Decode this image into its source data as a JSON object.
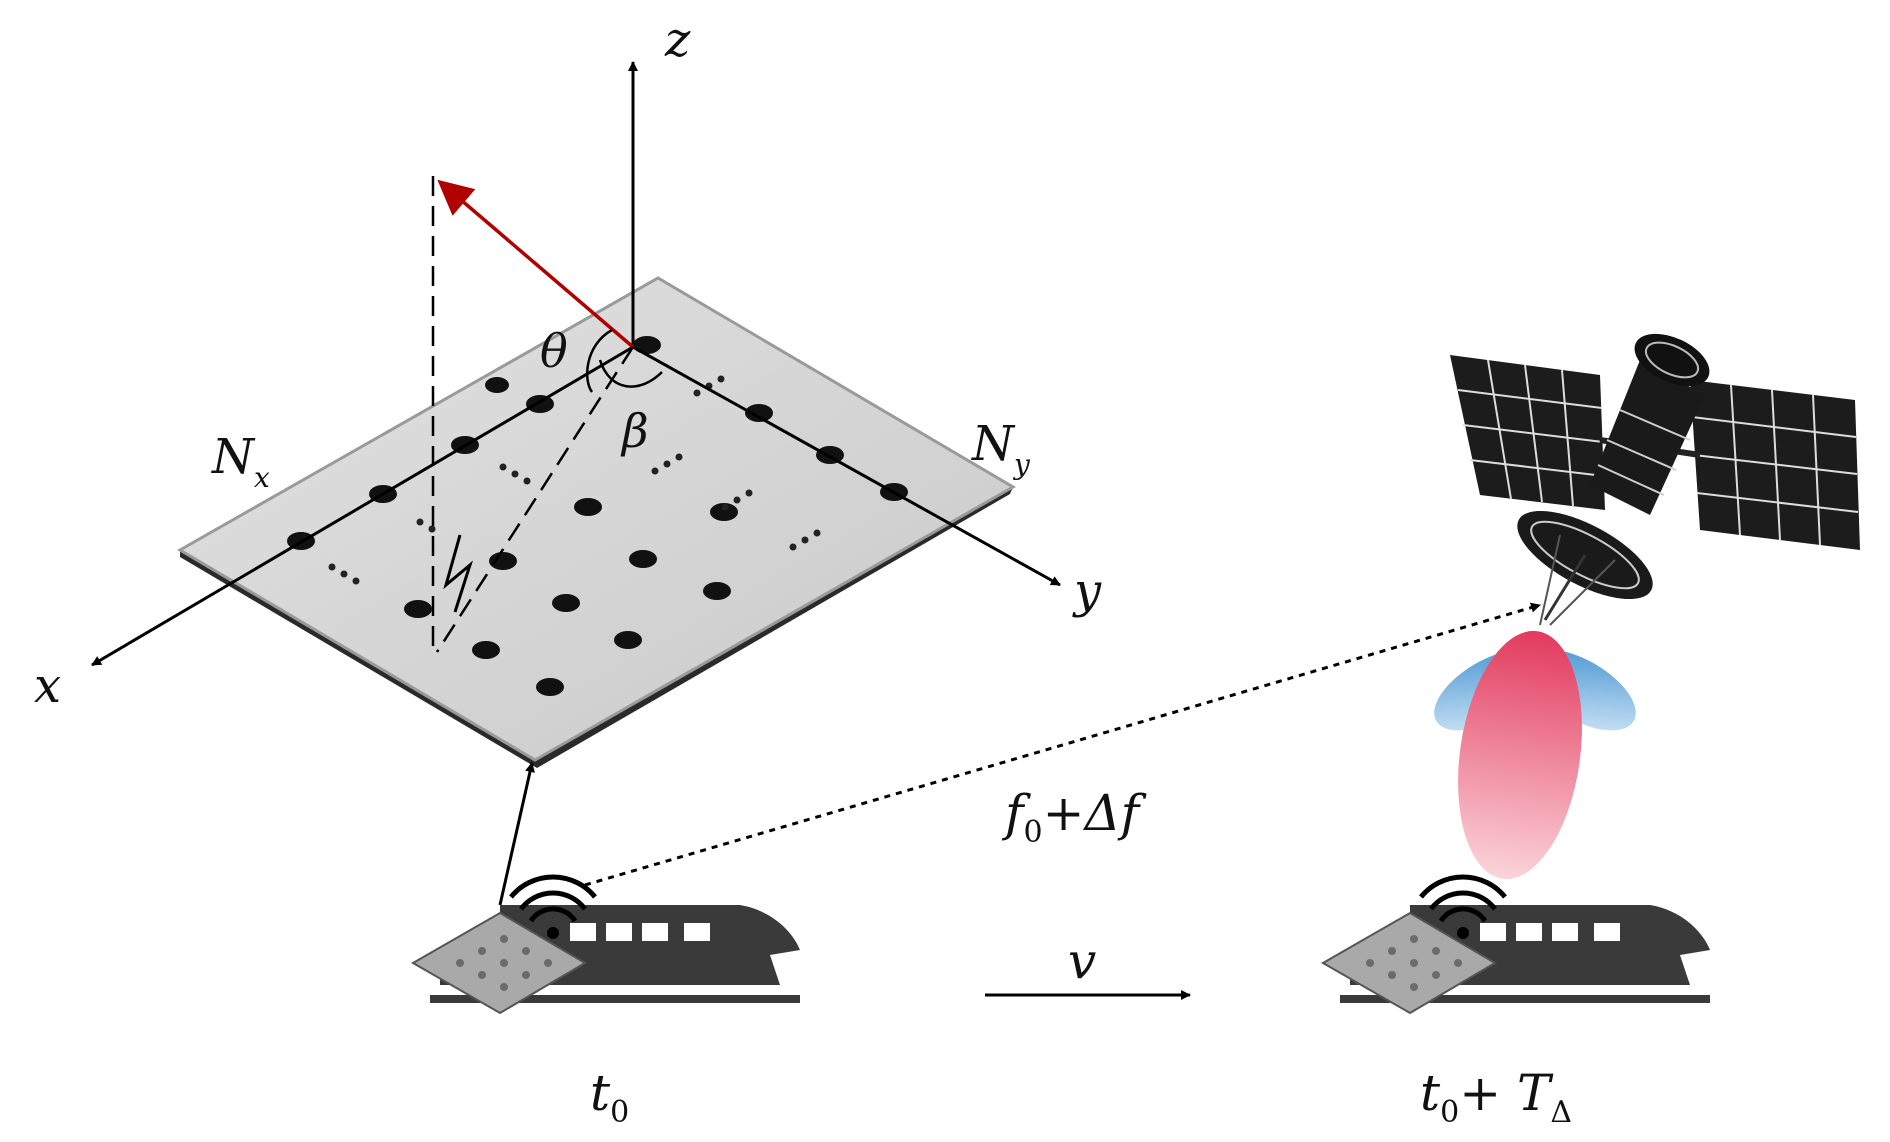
{
  "labels": {
    "z_axis": "z",
    "x_axis": "x",
    "y_axis": "y",
    "theta": "θ",
    "beta": "β",
    "nx_base": "N",
    "nx_sub": "x",
    "ny_base": "N",
    "ny_sub": "y",
    "freq_f": "f",
    "freq_sub": "0",
    "freq_rest": "+Δf",
    "velocity": "v",
    "time0_t": "t",
    "time0_sub": "0",
    "time1_t": "t",
    "time1_sub": "0",
    "time1_plus": "+ T",
    "time1_delta": "Δ"
  },
  "colors": {
    "axis": "#000000",
    "direction_arrow": "#b00000",
    "panel_top": "#d4d4d4",
    "panel_edge": "#2a2a2a",
    "element": "#111111",
    "train": "#3a3a3a",
    "beam_main": "#e8546e",
    "beam_side": "#5aa7dc"
  }
}
